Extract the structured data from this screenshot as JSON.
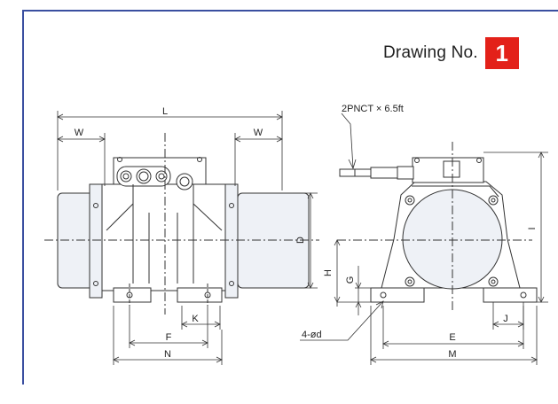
{
  "header": {
    "label": "Drawing No.",
    "number": "1"
  },
  "colors": {
    "border": "#3a4fa0",
    "badge": "#e32119",
    "line": "#333333",
    "fill": "#eef1f6"
  },
  "dimensions": {
    "L": "L",
    "W_left": "W",
    "W_right": "W",
    "D": "D",
    "H": "H",
    "G": "G",
    "I": "I",
    "F": "F",
    "K": "K",
    "N": "N",
    "E": "E",
    "J": "J",
    "M": "M",
    "hole_note": "4-ød",
    "cable_note": "2PNCT × 6.5ft"
  }
}
